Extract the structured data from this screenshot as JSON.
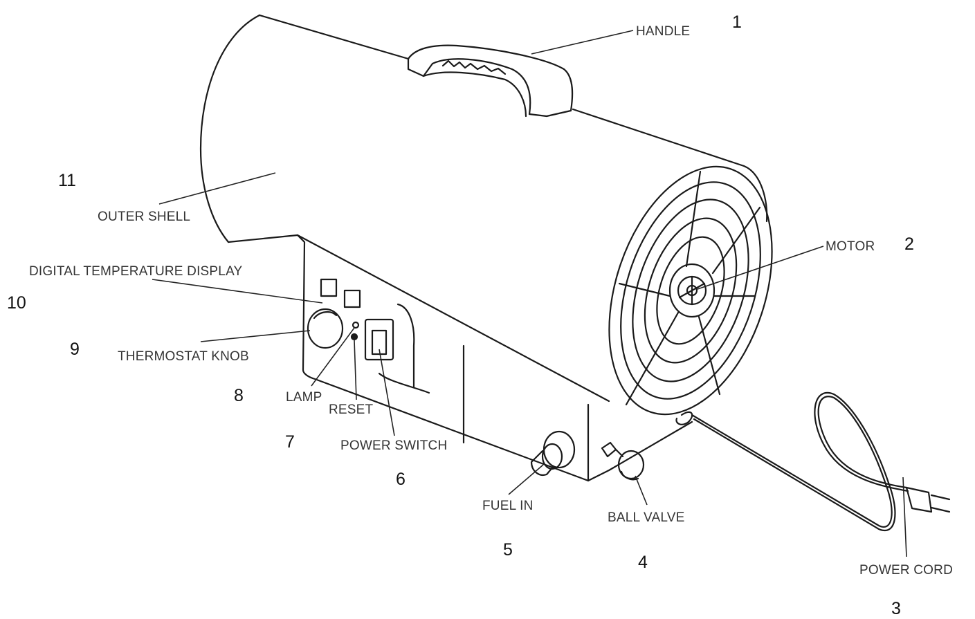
{
  "callouts": [
    {
      "number": "1",
      "label": "HANDLE"
    },
    {
      "number": "2",
      "label": "MOTOR"
    },
    {
      "number": "3",
      "label": "POWER CORD"
    },
    {
      "number": "4",
      "label": "BALL VALVE"
    },
    {
      "number": "5",
      "label": "FUEL IN"
    },
    {
      "number": "6",
      "label": "POWER SWITCH"
    },
    {
      "number": "7",
      "label": "RESET"
    },
    {
      "number": "8",
      "label": "LAMP"
    },
    {
      "number": "9",
      "label": "THERMOSTAT KNOB"
    },
    {
      "number": "10",
      "label": "DIGITAL TEMPERATURE DISPLAY"
    },
    {
      "number": "11",
      "label": "OUTER SHELL"
    }
  ]
}
